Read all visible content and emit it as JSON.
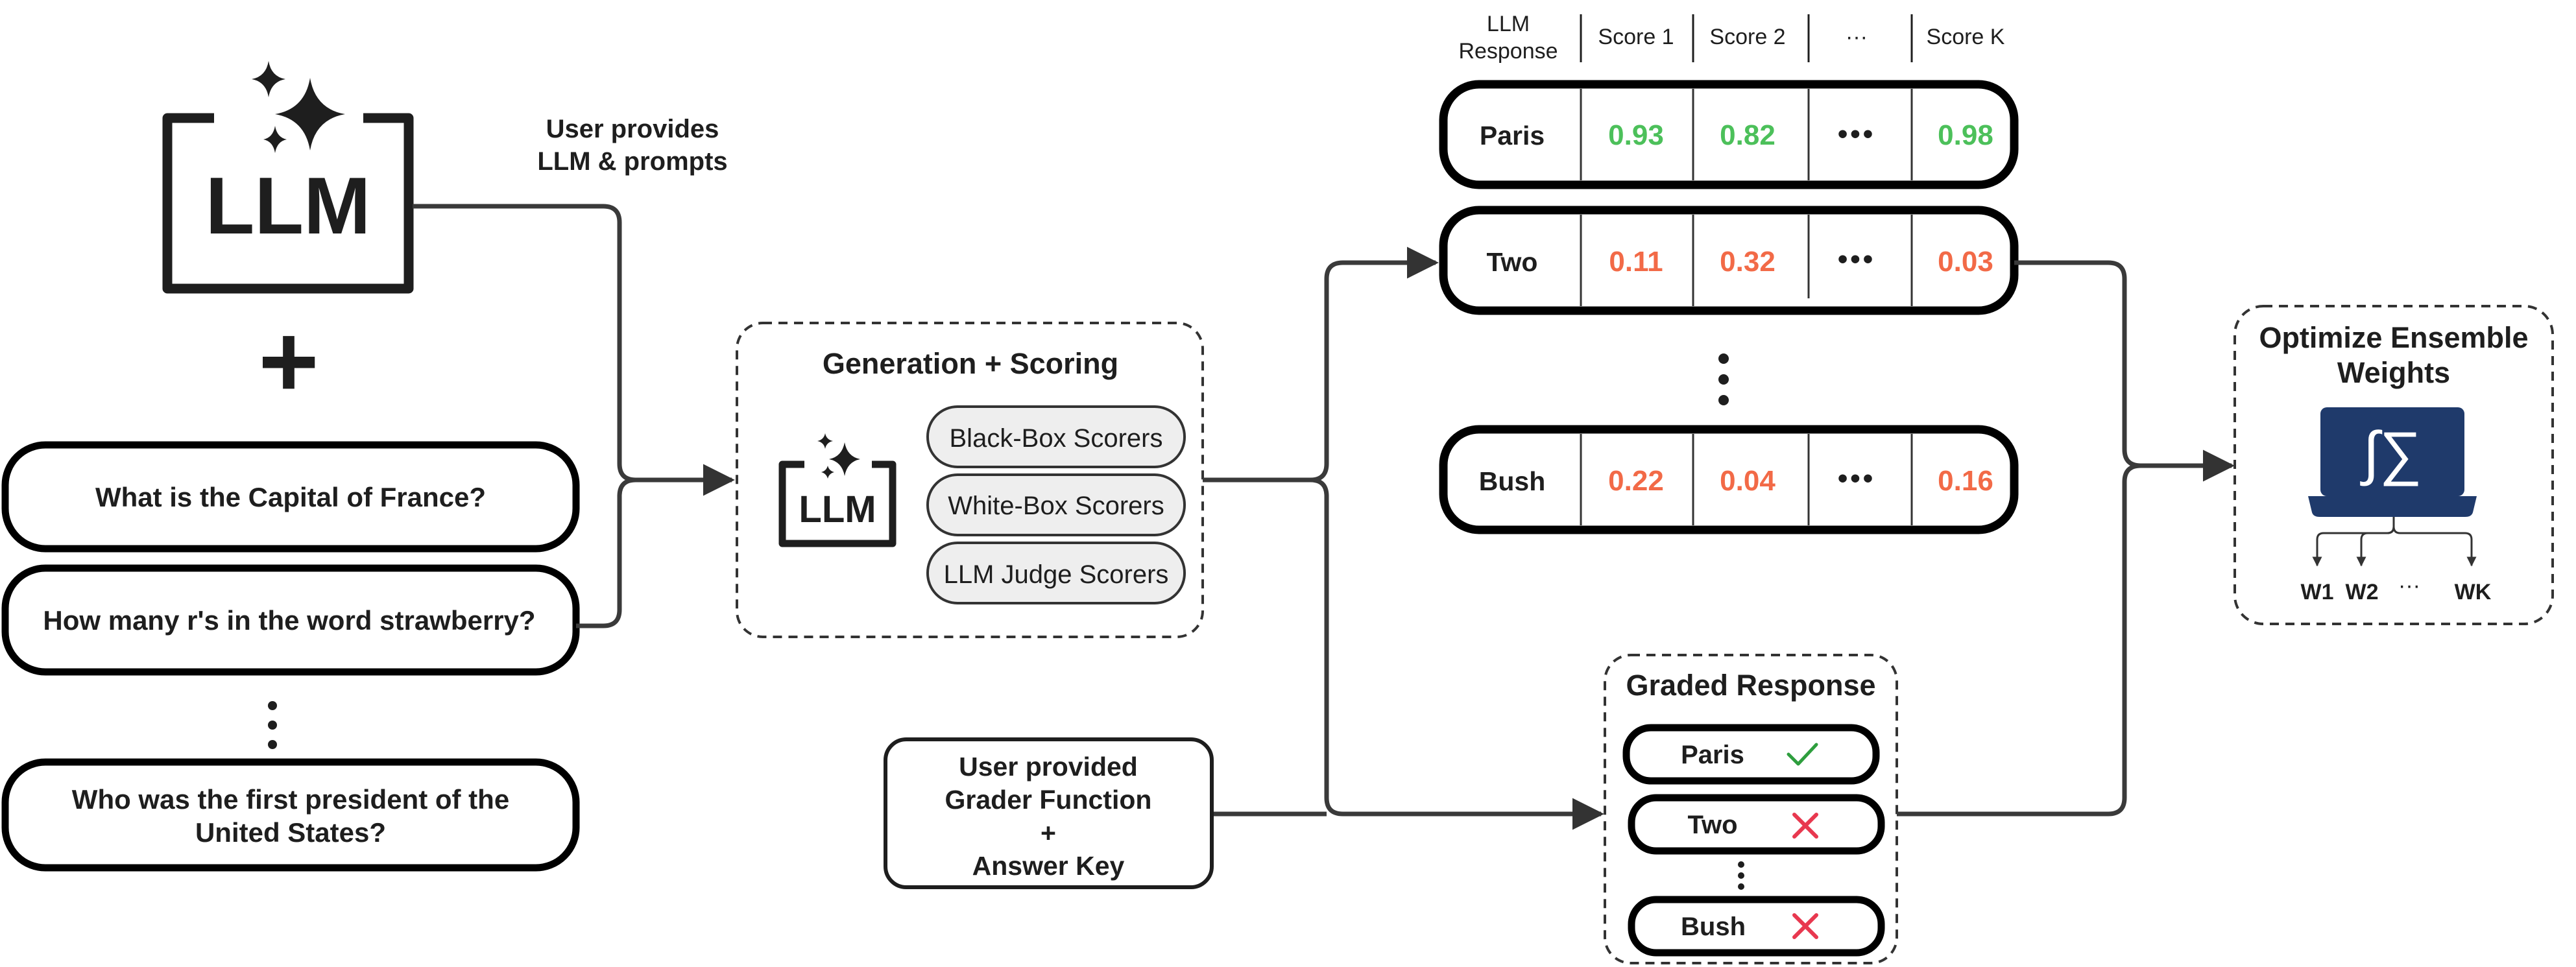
{
  "llm_card": {
    "label": "LLM",
    "user_note_line1": "User provides",
    "user_note_line2": "LLM & prompts",
    "plus": "+"
  },
  "prompts": [
    {
      "lines": [
        "What is the Capital of France?"
      ]
    },
    {
      "lines": [
        "How many r's in the word strawberry?"
      ]
    },
    {
      "lines": [
        "Who was the first president of the",
        "United States?"
      ]
    }
  ],
  "generation": {
    "title": "Generation + Scoring",
    "llm_label": "LLM",
    "scorers": [
      "Black-Box Scorers",
      "White-Box Scorers",
      "LLM Judge Scorers"
    ]
  },
  "grader": {
    "lines": [
      "User provided",
      "Grader Function",
      "+",
      "Answer Key"
    ]
  },
  "score_table": {
    "headers": {
      "response_line1": "LLM",
      "response_line2": "Response",
      "cols": [
        "Score 1",
        "Score 2",
        "···",
        "Score K"
      ]
    },
    "ellipsis": "•••",
    "rows": [
      {
        "response": "Paris",
        "scores": [
          "0.93",
          "0.82",
          "0.98"
        ],
        "status": "high"
      },
      {
        "response": "Two",
        "scores": [
          "0.11",
          "0.32",
          "0.03"
        ],
        "status": "low"
      },
      {
        "response": "Bush",
        "scores": [
          "0.22",
          "0.04",
          "0.16"
        ],
        "status": "low"
      }
    ]
  },
  "graded": {
    "title": "Graded Response",
    "items": [
      {
        "response": "Paris",
        "mark": "check"
      },
      {
        "response": "Two",
        "mark": "cross"
      },
      {
        "response": "Bush",
        "mark": "cross"
      }
    ]
  },
  "optimize": {
    "title_line1": "Optimize Ensemble",
    "title_line2": "Weights",
    "symbol": "∫∑",
    "weights": [
      "W1",
      "W2",
      "···",
      "WK"
    ]
  },
  "colors": {
    "ink": "#1e1e1e",
    "score_high": "#4cc05a",
    "score_low": "#f26a47",
    "check": "#2e9e3e",
    "cross": "#e8384f",
    "laptop": "#1f3a6b",
    "pill_fill": "#eeeeee"
  }
}
